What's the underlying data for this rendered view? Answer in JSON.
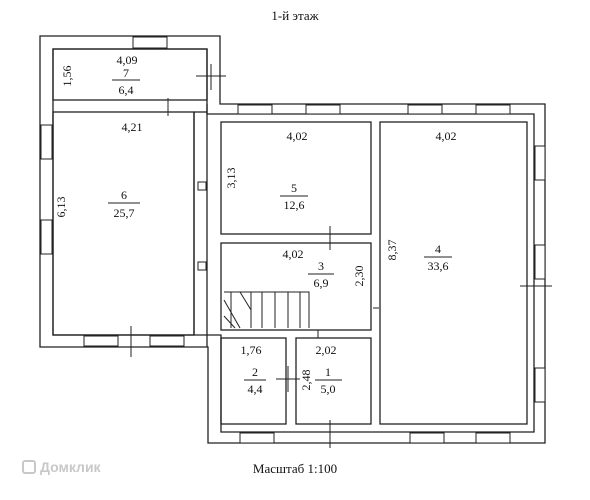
{
  "title": "1-й этаж",
  "scale_label": "Масштаб 1:100",
  "watermark": "Домклик",
  "rooms": [
    {
      "id": "7",
      "number": "7",
      "area": "6,4",
      "dims": [
        "4,09",
        "1,56"
      ]
    },
    {
      "id": "6",
      "number": "6",
      "area": "25,7",
      "dims": [
        "4,21",
        "6,13"
      ]
    },
    {
      "id": "5",
      "number": "5",
      "area": "12,6",
      "dims": [
        "4,02",
        "3,13"
      ]
    },
    {
      "id": "4",
      "number": "4",
      "area": "33,6",
      "dims": [
        "4,02",
        "8,37"
      ]
    },
    {
      "id": "3",
      "number": "3",
      "area": "6,9",
      "dims": [
        "4,02",
        "2,30"
      ]
    },
    {
      "id": "2",
      "number": "2",
      "area": "4,4",
      "dims": [
        "1,76"
      ]
    },
    {
      "id": "1",
      "number": "1",
      "area": "5,0",
      "dims": [
        "2,02",
        "2,48"
      ]
    }
  ]
}
